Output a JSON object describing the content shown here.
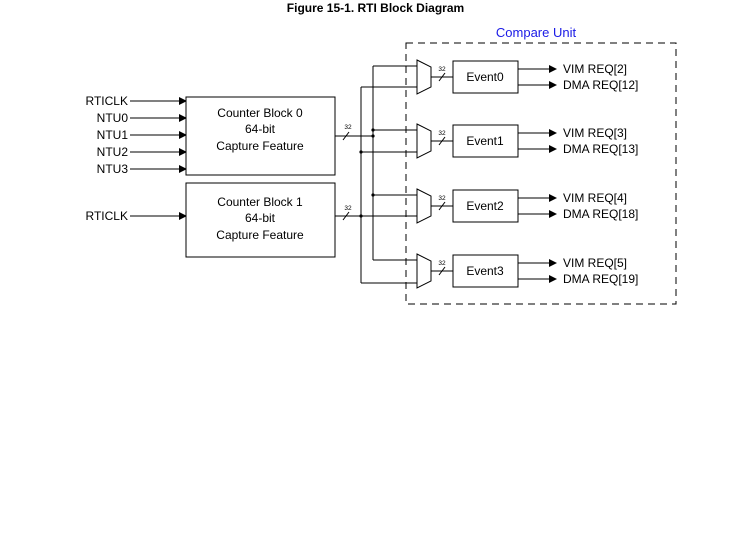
{
  "title": "Figure 15-1. RTI Block Diagram",
  "compare_unit_label": "Compare Unit",
  "inputs_block0": [
    "RTICLK",
    "NTU0",
    "NTU1",
    "NTU2",
    "NTU3"
  ],
  "inputs_block1": [
    "RTICLK"
  ],
  "counter_blocks": [
    {
      "lines": [
        "Counter Block 0",
        "64-bit",
        "Capture Feature"
      ]
    },
    {
      "lines": [
        "Counter Block 1",
        "64-bit",
        "Capture Feature"
      ]
    }
  ],
  "bus_width": "32",
  "events": [
    {
      "name": "Event0",
      "vim": "VIM REQ[2]",
      "dma": "DMA REQ[12]"
    },
    {
      "name": "Event1",
      "vim": "VIM REQ[3]",
      "dma": "DMA REQ[13]"
    },
    {
      "name": "Event2",
      "vim": "VIM REQ[4]",
      "dma": "DMA REQ[18]"
    },
    {
      "name": "Event3",
      "vim": "VIM REQ[5]",
      "dma": "DMA REQ[19]"
    }
  ],
  "colors": {
    "line": "#000000",
    "compare_label": "#1a1ae6"
  }
}
